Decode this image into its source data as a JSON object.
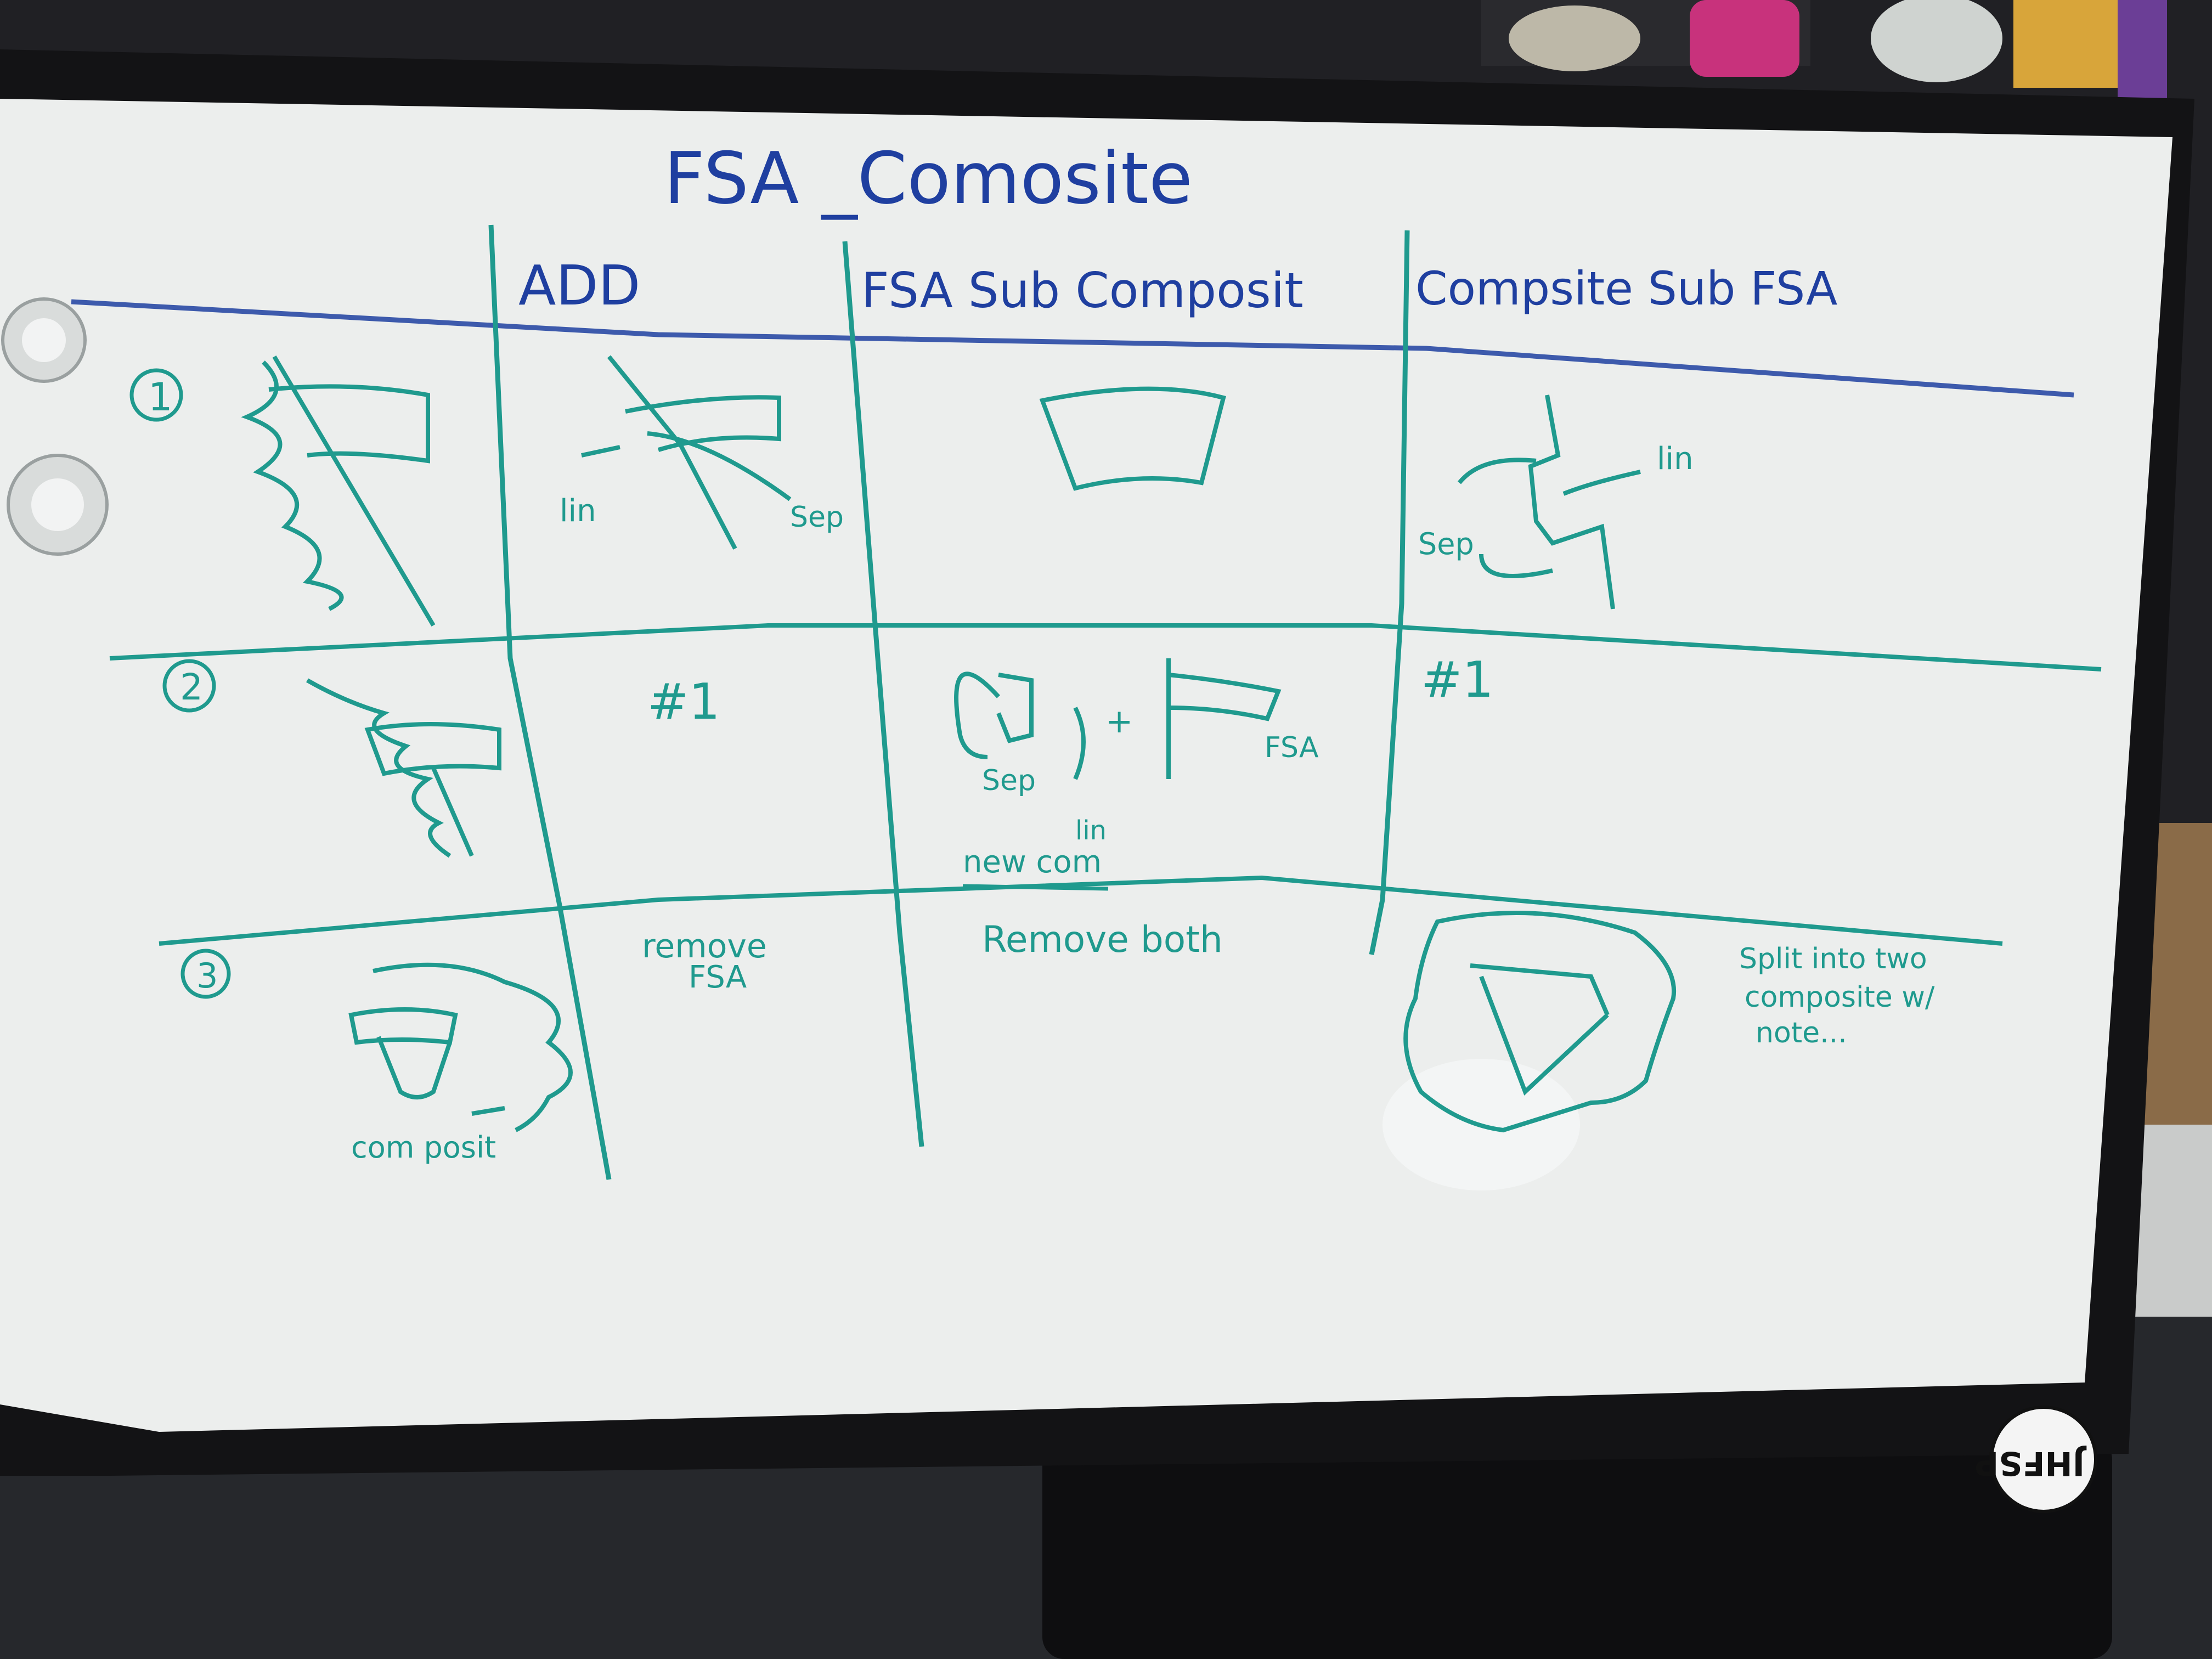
{
  "board": {
    "title": "FSA _Comosite",
    "columns": {
      "add": "ADD",
      "fsa_sub_composite": "FSA Sub Composit",
      "composite_sub_fsa": "Compsite Sub FSA"
    },
    "rows": {
      "row1": "1",
      "row2": "2",
      "row3": "3"
    },
    "cells": {
      "r1_add_label_lin": "lin",
      "r1_add_label_sep": "Sep",
      "r1_csf_label_lin": "lin",
      "r1_csf_label_sep": "Sep",
      "r2_add": "#1",
      "r2_fsc_label_sep": "Sep",
      "r2_fsc_label_fsa": "FSA",
      "r2_fsc_label_lin": "lin",
      "r2_fsc_label_new": "new com",
      "r2_csf": "#1",
      "r3_desc_label": "com posit",
      "r3_add_line1": "remove",
      "r3_add_line2": "FSA",
      "r3_fsc": "Remove both",
      "r3_csf_line1": "Split into two",
      "r3_csf_line2": "composite w/",
      "r3_csf_line3": "note..."
    }
  },
  "sticker": {
    "text": "JHFSP"
  },
  "colors": {
    "marker_blue": "#1f3fa0",
    "marker_teal": "#1f9a8e",
    "board_white": "#eef0ef",
    "frame_black": "#141415"
  }
}
